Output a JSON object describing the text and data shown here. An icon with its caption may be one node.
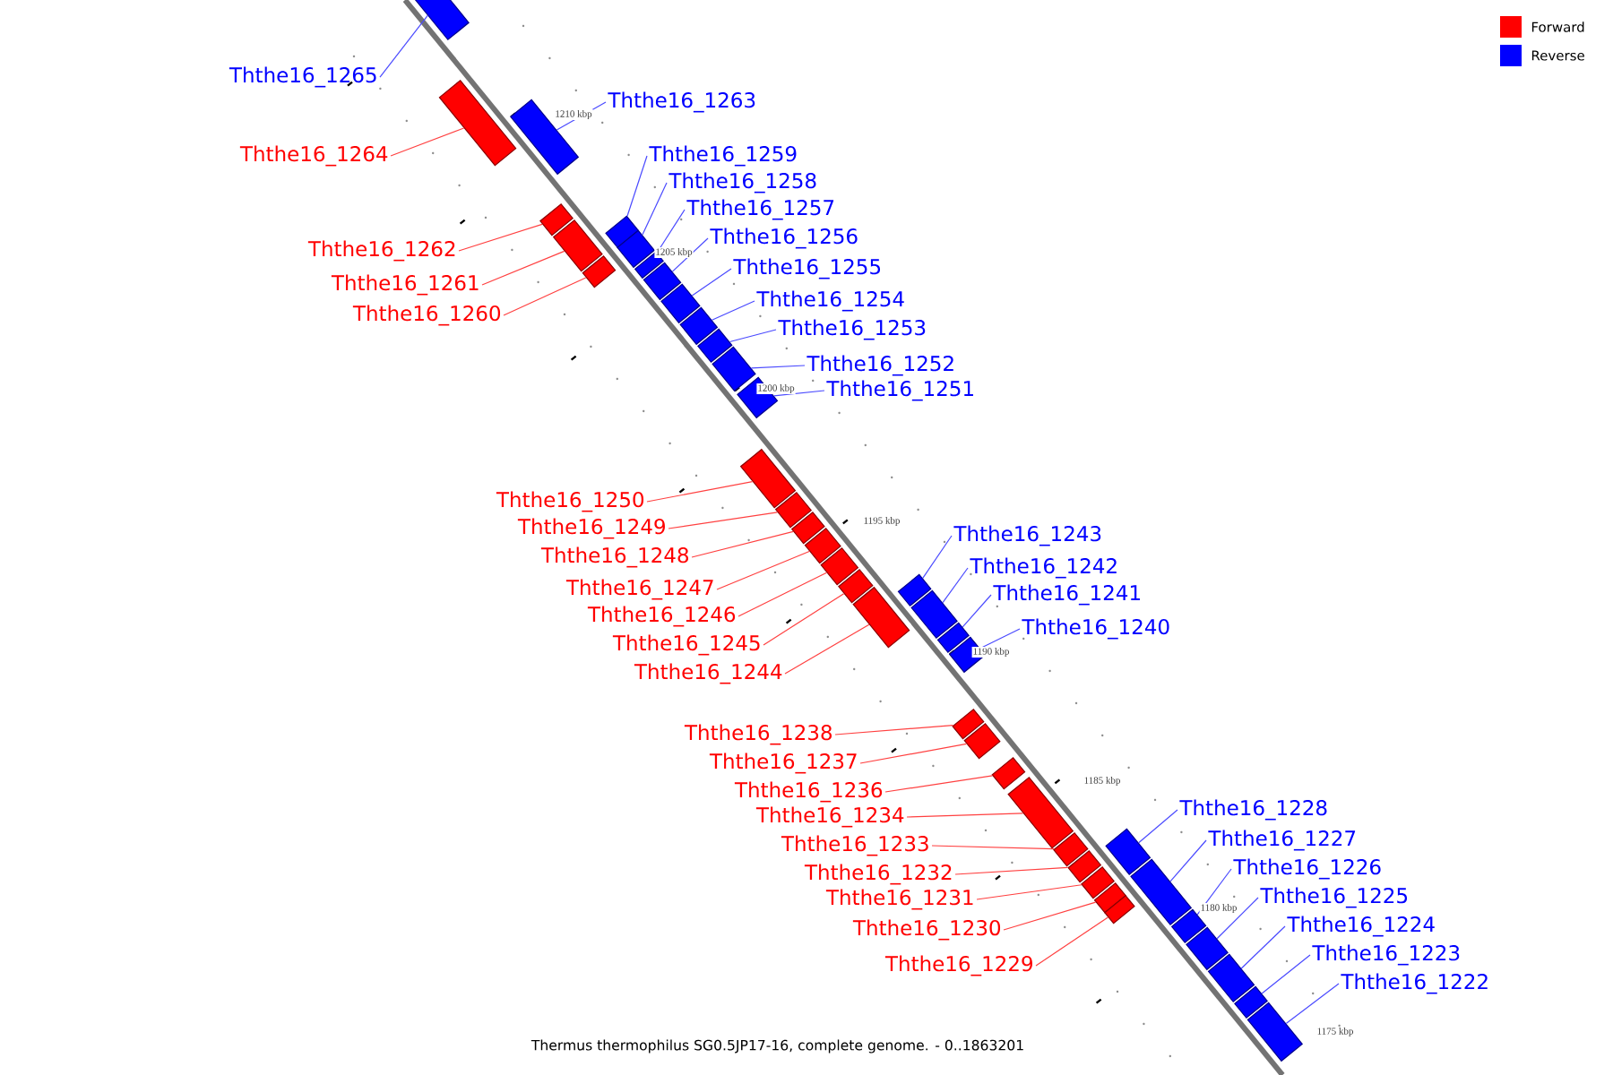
{
  "diagram": {
    "caption": "Thermus thermophilus SG0.5JP17-16, complete genome. - 0..1863201",
    "nodes": [
      {
        "text": [
          "Ththe16_1265"
        ]
      },
      {
        "text": [],
        "shape": "bar"
      },
      {
        "text": [
          "Ththe16_1264"
        ]
      },
      {
        "text": [],
        "shape": "bar"
      },
      {
        "text": [
          "Ththe16_1263"
        ]
      },
      {
        "text": [],
        "shape": "bar"
      },
      {
        "text": [
          "Ththe16_1262"
        ]
      },
      {
        "text": [],
        "shape": "bar"
      },
      {
        "text": [
          "Ththe16_1261"
        ]
      },
      {
        "text": [],
        "shape": "bar"
      },
      {
        "text": [
          "Ththe16_1260"
        ]
      },
      {
        "text": [],
        "shape": "bar"
      },
      {
        "text": [
          "Ththe16_1259"
        ]
      },
      {
        "text": [],
        "shape": "bar"
      },
      {
        "text": [
          "Ththe16_1258"
        ]
      },
      {
        "text": [],
        "shape": "bar"
      },
      {
        "text": [
          "Ththe16_1257"
        ]
      },
      {
        "text": [],
        "shape": "bar"
      },
      {
        "text": [
          "Ththe16_1256"
        ]
      },
      {
        "text": [],
        "shape": "bar"
      },
      {
        "text": [
          "Ththe16_1255"
        ]
      },
      {
        "text": [],
        "shape": "bar"
      },
      {
        "text": [
          "Ththe16_1254"
        ]
      },
      {
        "text": [],
        "shape": "bar"
      },
      {
        "text": [
          "Ththe16_1253"
        ]
      },
      {
        "text": [],
        "shape": "bar"
      },
      {
        "text": [
          "Ththe16_1252"
        ]
      },
      {
        "text": [],
        "shape": "bar"
      },
      {
        "text": [
          "Ththe16_1251"
        ]
      },
      {
        "text": [],
        "shape": "bar"
      },
      {
        "text": [
          "Ththe16_1250"
        ]
      },
      {
        "text": [],
        "shape": "bar"
      },
      {
        "text": [
          "Ththe16_1249"
        ]
      },
      {
        "text": [],
        "shape": "bar"
      },
      {
        "text": [
          "Ththe16_1248"
        ]
      },
      {
        "text": [],
        "shape": "bar"
      },
      {
        "text": [
          "Ththe16_1247"
        ]
      },
      {
        "text": [],
        "shape": "bar"
      },
      {
        "text": [
          "Ththe16_1246"
        ]
      },
      {
        "text": [],
        "shape": "bar"
      },
      {
        "text": [
          "Ththe16_1245"
        ]
      },
      {
        "text": [],
        "shape": "bar"
      },
      {
        "text": [
          "Ththe16_1244"
        ]
      },
      {
        "text": [],
        "shape": "bar"
      },
      {
        "text": [
          "Ththe16_1243"
        ]
      },
      {
        "text": [],
        "shape": "bar"
      },
      {
        "text": [
          "Ththe16_1242"
        ]
      },
      {
        "text": [],
        "shape": "bar"
      },
      {
        "text": [
          "Ththe16_1241"
        ]
      },
      {
        "text": [],
        "shape": "bar"
      },
      {
        "text": [
          "Ththe16_1240"
        ]
      },
      {
        "text": [],
        "shape": "bar"
      },
      {
        "text": [
          "Ththe16_1238"
        ]
      },
      {
        "text": [],
        "shape": "bar"
      },
      {
        "text": [
          "Ththe16_1237"
        ]
      },
      {
        "text": [],
        "shape": "bar"
      },
      {
        "text": [
          "Ththe16_1236"
        ]
      },
      {
        "text": [],
        "shape": "bar"
      },
      {
        "text": [
          "Ththe16_1234"
        ]
      },
      {
        "text": [],
        "shape": "bar"
      },
      {
        "text": [
          "Ththe16_1233"
        ]
      },
      {
        "text": [],
        "shape": "bar"
      },
      {
        "text": [
          "Ththe16_1232"
        ]
      },
      {
        "text": [],
        "shape": "bar"
      },
      {
        "text": [
          "Ththe16_1231"
        ]
      },
      {
        "text": [],
        "shape": "bar"
      },
      {
        "text": [
          "Ththe16_1230"
        ]
      },
      {
        "text": [],
        "shape": "bar"
      },
      {
        "text": [
          "Ththe16_1229"
        ]
      },
      {
        "text": [],
        "shape": "bar"
      },
      {
        "text": [
          "Ththe16_1228"
        ]
      },
      {
        "text": [],
        "shape": "bar"
      },
      {
        "text": [
          "Ththe16_1227"
        ]
      },
      {
        "text": [],
        "shape": "bar"
      },
      {
        "text": [
          "Ththe16_1226"
        ]
      },
      {
        "text": [],
        "shape": "bar"
      },
      {
        "text": [
          "Ththe16_1225"
        ]
      },
      {
        "text": [],
        "shape": "bar"
      },
      {
        "text": [
          "Ththe16_1224"
        ]
      },
      {
        "text": [],
        "shape": "bar"
      },
      {
        "text": [
          "Ththe16_1223"
        ]
      },
      {
        "text": [],
        "shape": "bar"
      },
      {
        "text": [
          "Ththe16_1222"
        ]
      },
      {
        "text": [],
        "shape": "bar"
      }
    ],
    "edges": [
      {
        "from": 0,
        "to": 1,
        "arrow": "none"
      },
      {
        "from": 2,
        "to": 3,
        "arrow": "none",
        "color": "#ff4040"
      },
      {
        "from": 4,
        "to": 5,
        "arrow": "none"
      },
      {
        "from": 6,
        "to": 7,
        "arrow": "none",
        "color": "#ff4040"
      },
      {
        "from": 8,
        "to": 9,
        "arrow": "none",
        "color": "#ff4040"
      },
      {
        "from": 10,
        "to": 11,
        "arrow": "none",
        "color": "#ff4040"
      },
      {
        "from": 12,
        "to": 13,
        "arrow": "none"
      },
      {
        "from": 14,
        "to": 15,
        "arrow": "none"
      },
      {
        "from": 16,
        "to": 17,
        "arrow": "none"
      },
      {
        "from": 18,
        "to": 19,
        "arrow": "none"
      },
      {
        "from": 20,
        "to": 21,
        "arrow": "none"
      },
      {
        "from": 22,
        "to": 23,
        "arrow": "none"
      },
      {
        "from": 24,
        "to": 25,
        "arrow": "none"
      },
      {
        "from": 26,
        "to": 27,
        "arrow": "none"
      },
      {
        "from": 28,
        "to": 29,
        "arrow": "none"
      },
      {
        "from": 30,
        "to": 31,
        "arrow": "none",
        "color": "#ff4040"
      },
      {
        "from": 32,
        "to": 33,
        "arrow": "none",
        "color": "#ff4040"
      },
      {
        "from": 34,
        "to": 35,
        "arrow": "none",
        "color": "#ff4040"
      },
      {
        "from": 36,
        "to": 37,
        "arrow": "none",
        "color": "#ff4040"
      },
      {
        "from": 38,
        "to": 39,
        "arrow": "none",
        "color": "#ff4040"
      },
      {
        "from": 40,
        "to": 41,
        "arrow": "none",
        "color": "#ff4040"
      },
      {
        "from": 42,
        "to": 43,
        "arrow": "none",
        "color": "#ff4040"
      },
      {
        "from": 44,
        "to": 45,
        "arrow": "none"
      },
      {
        "from": 46,
        "to": 47,
        "arrow": "none"
      },
      {
        "from": 48,
        "to": 49,
        "arrow": "none"
      },
      {
        "from": 50,
        "to": 51,
        "arrow": "none"
      },
      {
        "from": 52,
        "to": 53,
        "arrow": "none",
        "color": "#ff4040"
      },
      {
        "from": 54,
        "to": 55,
        "arrow": "none",
        "color": "#ff4040"
      },
      {
        "from": 56,
        "to": 57,
        "arrow": "none",
        "color": "#ff4040"
      },
      {
        "from": 58,
        "to": 59,
        "arrow": "none",
        "color": "#ff4040"
      },
      {
        "from": 60,
        "to": 61,
        "arrow": "none",
        "color": "#ff4040"
      },
      {
        "from": 62,
        "to": 63,
        "arrow": "none",
        "color": "#ff4040"
      },
      {
        "from": 64,
        "to": 65,
        "arrow": "none",
        "color": "#ff4040"
      },
      {
        "from": 66,
        "to": 67,
        "arrow": "none",
        "color": "#ff4040"
      },
      {
        "from": 68,
        "to": 69,
        "arrow": "none",
        "color": "#ff4040"
      },
      {
        "from": 70,
        "to": 71,
        "arrow": "none"
      },
      {
        "from": 72,
        "to": 73,
        "arrow": "none"
      },
      {
        "from": 74,
        "to": 75,
        "arrow": "none"
      },
      {
        "from": 76,
        "to": 77,
        "arrow": "none"
      },
      {
        "from": 78,
        "to": 79,
        "arrow": "none"
      },
      {
        "from": 80,
        "to": 81,
        "arrow": "none"
      },
      {
        "from": 82,
        "to": 83,
        "arrow": "none"
      }
    ],
    "labels": [
      "1210 kbp",
      "1205 kbp",
      "1200 kbp",
      "1195 kbp",
      "1190 kbp",
      "1185 kbp",
      "1180 kbp",
      "1175 kbp"
    ],
    "legend": [
      {
        "text": "Forward",
        "color": "#ff0000"
      },
      {
        "text": "Reverse",
        "color": "#0000ff"
      }
    ]
  }
}
